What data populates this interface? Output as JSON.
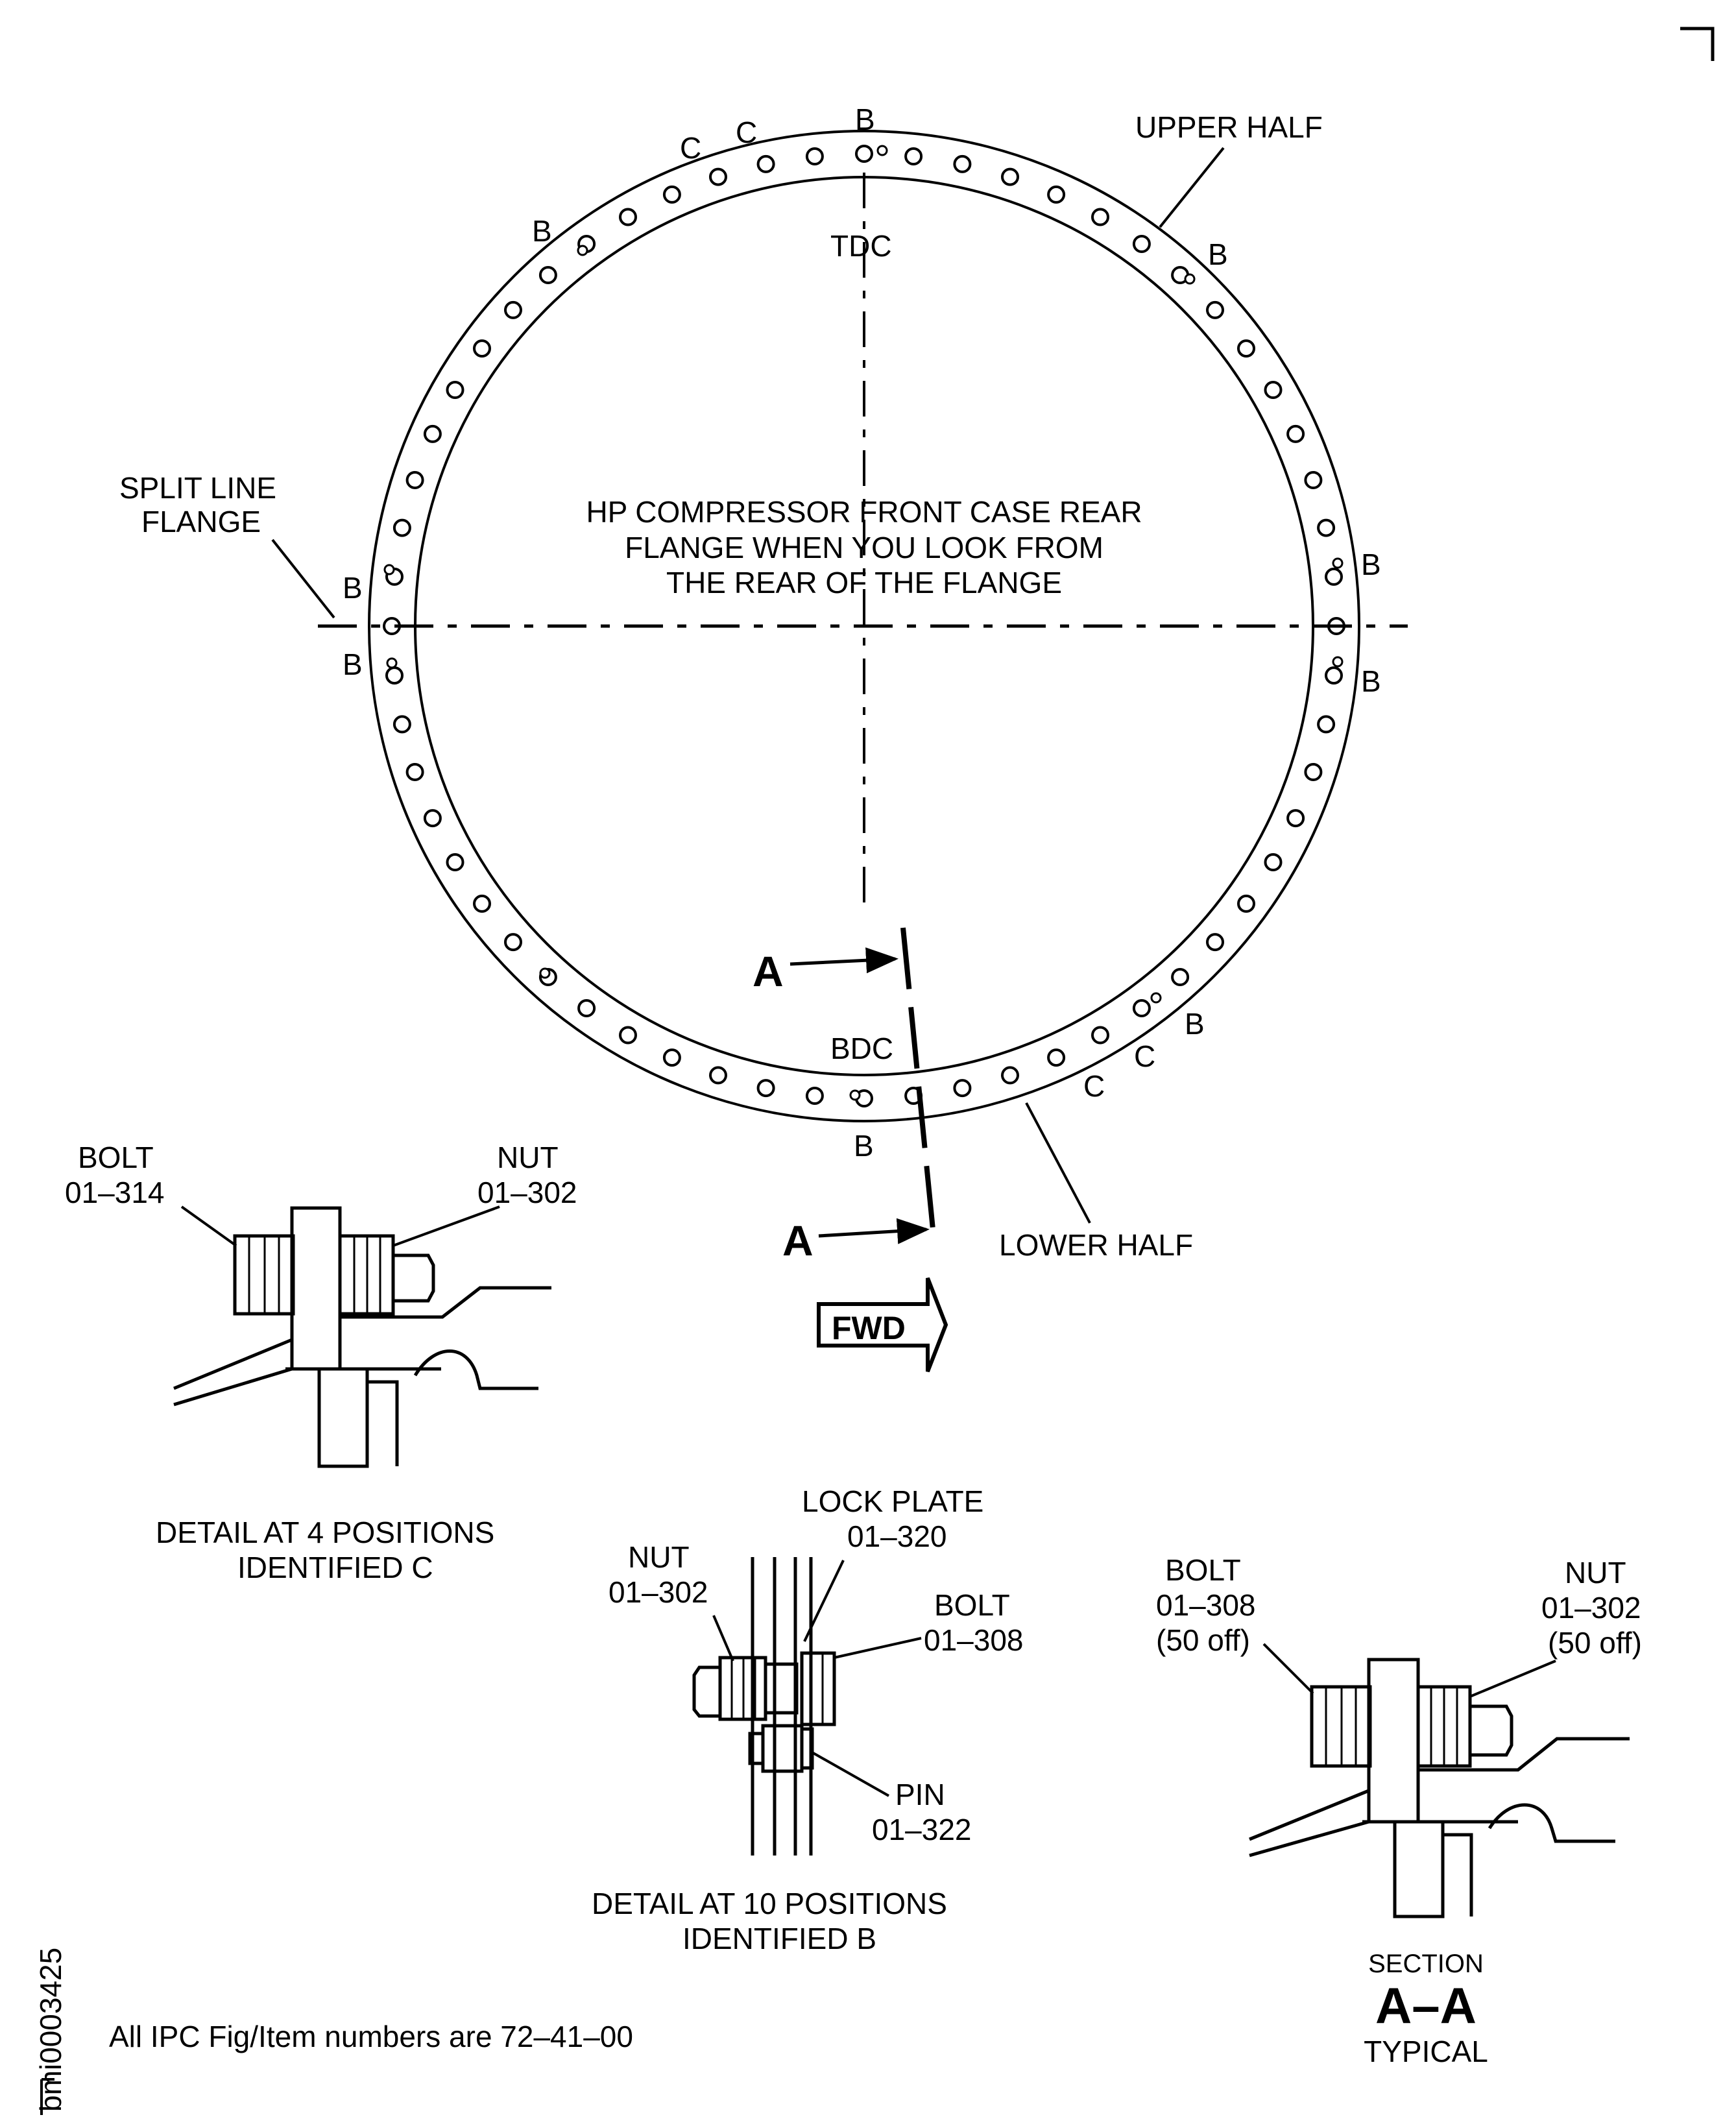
{
  "diagram": {
    "flange_title": [
      "HP COMPRESSOR FRONT CASE REAR",
      "FLANGE WHEN YOU LOOK FROM",
      "THE REAR OF THE FLANGE"
    ],
    "tdc": "TDC",
    "bdc": "BDC",
    "upper_half": "UPPER HALF",
    "lower_half": "LOWER HALF",
    "split_line": [
      "SPLIT LINE",
      "FLANGE"
    ],
    "section_marker": "A",
    "fwd": "FWD",
    "hole_marks": {
      "b": "B",
      "c": "C"
    }
  },
  "detail_c": {
    "bolt": [
      "BOLT",
      "01–314"
    ],
    "nut": [
      "NUT",
      "01–302"
    ],
    "caption": [
      "DETAIL AT 4 POSITIONS",
      "IDENTIFIED C"
    ]
  },
  "detail_b": {
    "lock_plate": [
      "LOCK PLATE",
      "01–320"
    ],
    "nut": [
      "NUT",
      "01–302"
    ],
    "bolt": [
      "BOLT",
      "01–308"
    ],
    "pin": [
      "PIN",
      "01–322"
    ],
    "caption": [
      "DETAIL AT 10 POSITIONS",
      "IDENTIFIED B"
    ]
  },
  "section_aa": {
    "bolt": [
      "BOLT",
      "01–308",
      "(50 off)"
    ],
    "nut": [
      "NUT",
      "01–302",
      "(50 off)"
    ],
    "caption_top": "SECTION",
    "caption_big": "A–A",
    "caption_bottom": "TYPICAL"
  },
  "footer": {
    "note": "All IPC Fig/Item numbers are 72–41–00",
    "drawing_id": "bmi0003425"
  }
}
